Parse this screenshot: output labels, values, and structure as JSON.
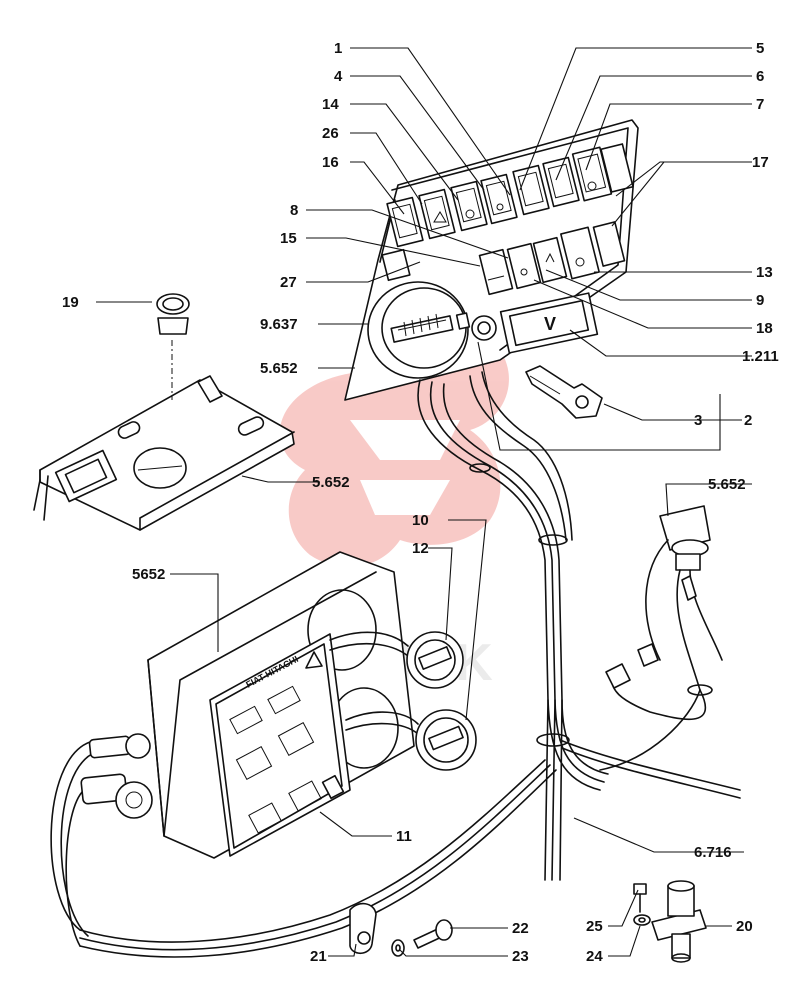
{
  "labels": {
    "l1": "1",
    "l5": "5",
    "l4": "4",
    "l6": "6",
    "l14": "14",
    "l7": "7",
    "l26": "26",
    "l17": "17",
    "l16": "16",
    "l8": "8",
    "l15": "15",
    "l13": "13",
    "l27": "27",
    "l9": "9",
    "l19": "19",
    "l9637": "9.637",
    "l18": "18",
    "l5652a": "5.652",
    "l1211": "1.211",
    "l3": "3",
    "l2": "2",
    "l5652b": "5.652",
    "l5652c": "5.652",
    "l10": "10",
    "l12": "12",
    "l5652d": "5652",
    "l11": "11",
    "l6716": "6.716",
    "l22": "22",
    "l25": "25",
    "l20": "20",
    "l21": "21",
    "l23": "23",
    "l24": "24"
  },
  "device_text": {
    "voltmeter_symbol": "V",
    "controller_brand": "FIAT-HITACHI"
  },
  "watermark": {
    "text": "SPITEK",
    "color": "#e8433a"
  }
}
